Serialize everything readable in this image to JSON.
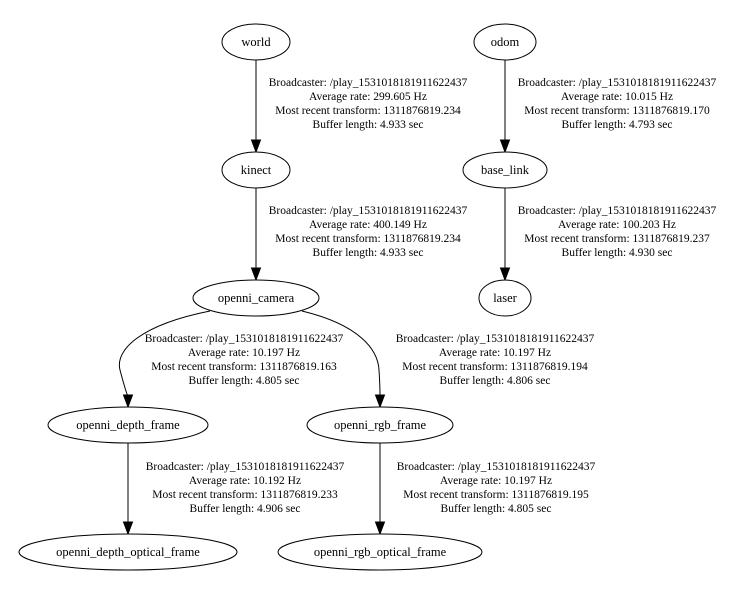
{
  "diagram": {
    "type": "tf-frame-tree",
    "nodes": [
      {
        "id": "world",
        "label": "world"
      },
      {
        "id": "kinect",
        "label": "kinect"
      },
      {
        "id": "openni_camera",
        "label": "openni_camera"
      },
      {
        "id": "openni_depth_frame",
        "label": "openni_depth_frame"
      },
      {
        "id": "openni_depth_optical_frame",
        "label": "openni_depth_optical_frame"
      },
      {
        "id": "openni_rgb_frame",
        "label": "openni_rgb_frame"
      },
      {
        "id": "openni_rgb_optical_frame",
        "label": "openni_rgb_optical_frame"
      },
      {
        "id": "odom",
        "label": "odom"
      },
      {
        "id": "base_link",
        "label": "base_link"
      },
      {
        "id": "laser",
        "label": "laser"
      }
    ],
    "edges": [
      {
        "id": "world-kinect",
        "from": "world",
        "to": "kinect",
        "lines": [
          "Broadcaster: /play_1531018181911622437",
          "Average rate: 299.605 Hz",
          "Most recent transform: 1311876819.234",
          "Buffer length: 4.933 sec"
        ]
      },
      {
        "id": "kinect-openni_camera",
        "from": "kinect",
        "to": "openni_camera",
        "lines": [
          "Broadcaster: /play_1531018181911622437",
          "Average rate: 400.149 Hz",
          "Most recent transform: 1311876819.234",
          "Buffer length: 4.933 sec"
        ]
      },
      {
        "id": "openni_camera-openni_depth_frame",
        "from": "openni_camera",
        "to": "openni_depth_frame",
        "lines": [
          "Broadcaster: /play_1531018181911622437",
          "Average rate: 10.197 Hz",
          "Most recent transform: 1311876819.163",
          "Buffer length: 4.805 sec"
        ]
      },
      {
        "id": "openni_camera-openni_rgb_frame",
        "from": "openni_camera",
        "to": "openni_rgb_frame",
        "lines": [
          "Broadcaster: /play_1531018181911622437",
          "Average rate: 10.197 Hz",
          "Most recent transform: 1311876819.194",
          "Buffer length: 4.806 sec"
        ]
      },
      {
        "id": "openni_depth_frame-openni_depth_optical_frame",
        "from": "openni_depth_frame",
        "to": "openni_depth_optical_frame",
        "lines": [
          "Broadcaster: /play_1531018181911622437",
          "Average rate: 10.192 Hz",
          "Most recent transform: 1311876819.233",
          "Buffer length: 4.906 sec"
        ]
      },
      {
        "id": "openni_rgb_frame-openni_rgb_optical_frame",
        "from": "openni_rgb_frame",
        "to": "openni_rgb_optical_frame",
        "lines": [
          "Broadcaster: /play_1531018181911622437",
          "Average rate: 10.197 Hz",
          "Most recent transform: 1311876819.195",
          "Buffer length: 4.805 sec"
        ]
      },
      {
        "id": "odom-base_link",
        "from": "odom",
        "to": "base_link",
        "lines": [
          "Broadcaster: /play_1531018181911622437",
          "Average rate: 10.015 Hz",
          "Most recent transform: 1311876819.170",
          "Buffer length: 4.793 sec"
        ]
      },
      {
        "id": "base_link-laser",
        "from": "base_link",
        "to": "laser",
        "lines": [
          "Broadcaster: /play_1531018181911622437",
          "Average rate: 100.203 Hz",
          "Most recent transform: 1311876819.237",
          "Buffer length: 4.930 sec"
        ]
      }
    ]
  }
}
